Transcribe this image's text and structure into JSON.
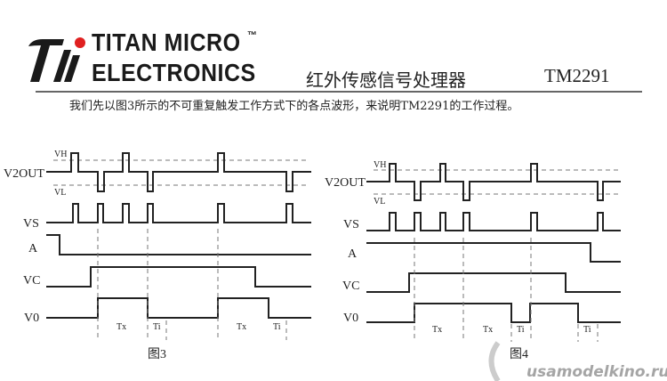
{
  "header": {
    "logo_text": "TM",
    "brand_line1": "TITAN MICRO",
    "trademark": "™",
    "brand_line2": "ELECTRONICS",
    "doc_title": "红外传感信号处理器",
    "part_number": "TM2291"
  },
  "intro_text": "我们先以图3所示的不可重复触发工作方式下的各点波形，来说明TM2291的工作过程。",
  "figures": [
    {
      "caption": "图3",
      "signals": [
        "V2OUT",
        "VS",
        "A",
        "VC",
        "V0"
      ],
      "threshold_labels": {
        "high": "VH",
        "low": "VL"
      },
      "interval_labels": [
        "Tx",
        "Ti",
        "Tx",
        "Ti"
      ]
    },
    {
      "caption": "图4",
      "signals": [
        "V2OUT",
        "VS",
        "A",
        "VC",
        "V0"
      ],
      "threshold_labels": {
        "high": "VH",
        "low": "VL"
      },
      "interval_labels": [
        "Tx",
        "Tx",
        "Ti",
        "Ti"
      ]
    }
  ],
  "watermark": "usamodelkino.ru",
  "colors": {
    "logo_dot": "#e02020",
    "ink": "#222222"
  }
}
